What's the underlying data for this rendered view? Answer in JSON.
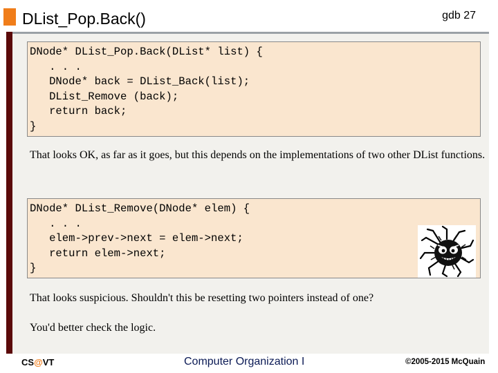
{
  "slide": {
    "title": "DList_Pop.Back()",
    "tag": "gdb  27"
  },
  "code_block_1": {
    "code": "DNode* DList_Pop.Back(DList* list) {\n   . . .\n   DNode* back = DList_Back(list);\n   DList_Remove (back);\n   return back;\n}"
  },
  "paragraph_1": "That looks OK, as far as it goes, but this depends on the implementations of two other DList functions.",
  "code_block_2": {
    "code": "DNode* DList_Remove(DNode* elem) {\n   . . .\n   elem->prev->next = elem->next;\n   return elem->next;\n}"
  },
  "paragraph_2": "That looks suspicious.  Shouldn't this be resetting two pointers instead of one?",
  "paragraph_3": "You'd better check the logic.",
  "footer": {
    "left_prefix": "CS",
    "left_at": "@",
    "left_suffix": "VT",
    "center": "Computer Organization I",
    "right": "©2005-2015 McQuain"
  },
  "colors": {
    "accent": "#f07d1a",
    "left_bar": "#5b0a0a",
    "code_bg": "#fae6cf",
    "content_bg": "#f2f1ed",
    "footer_center_text": "#0b1a55"
  },
  "icons": [
    "bug-clipart-icon"
  ]
}
